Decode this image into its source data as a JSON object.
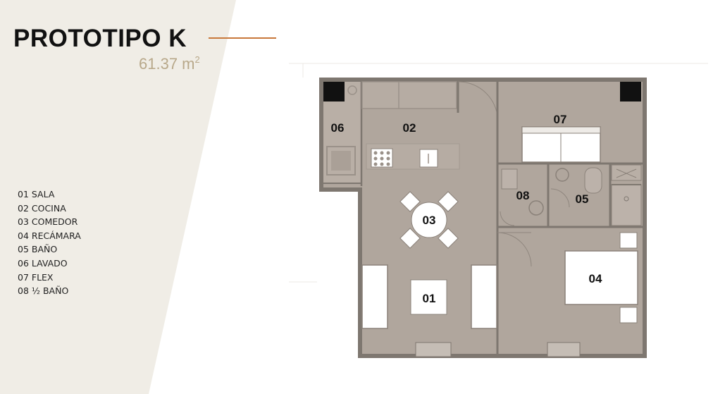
{
  "header": {
    "title": "PROTOTIPO K",
    "area_value": "61.37 m",
    "area_exponent": "2"
  },
  "legend": [
    "01 SALA",
    "02 COCINA",
    "03 COMEDOR",
    "04 RECÁMARA",
    "05 BAÑO",
    "06 LAVADO",
    "07 FLEX",
    "08 ½ BAÑO"
  ],
  "plan": {
    "rooms": {
      "r01": "01",
      "r02": "02",
      "r03": "03",
      "r04": "04",
      "r05": "05",
      "r06": "06",
      "r07": "07",
      "r08": "08"
    }
  },
  "colors": {
    "side_panel": "#f0ede6",
    "accent_rule": "#c8783a",
    "area_text": "#b8a88a",
    "floor": "#b0a69d",
    "wall": "#7e7770"
  }
}
